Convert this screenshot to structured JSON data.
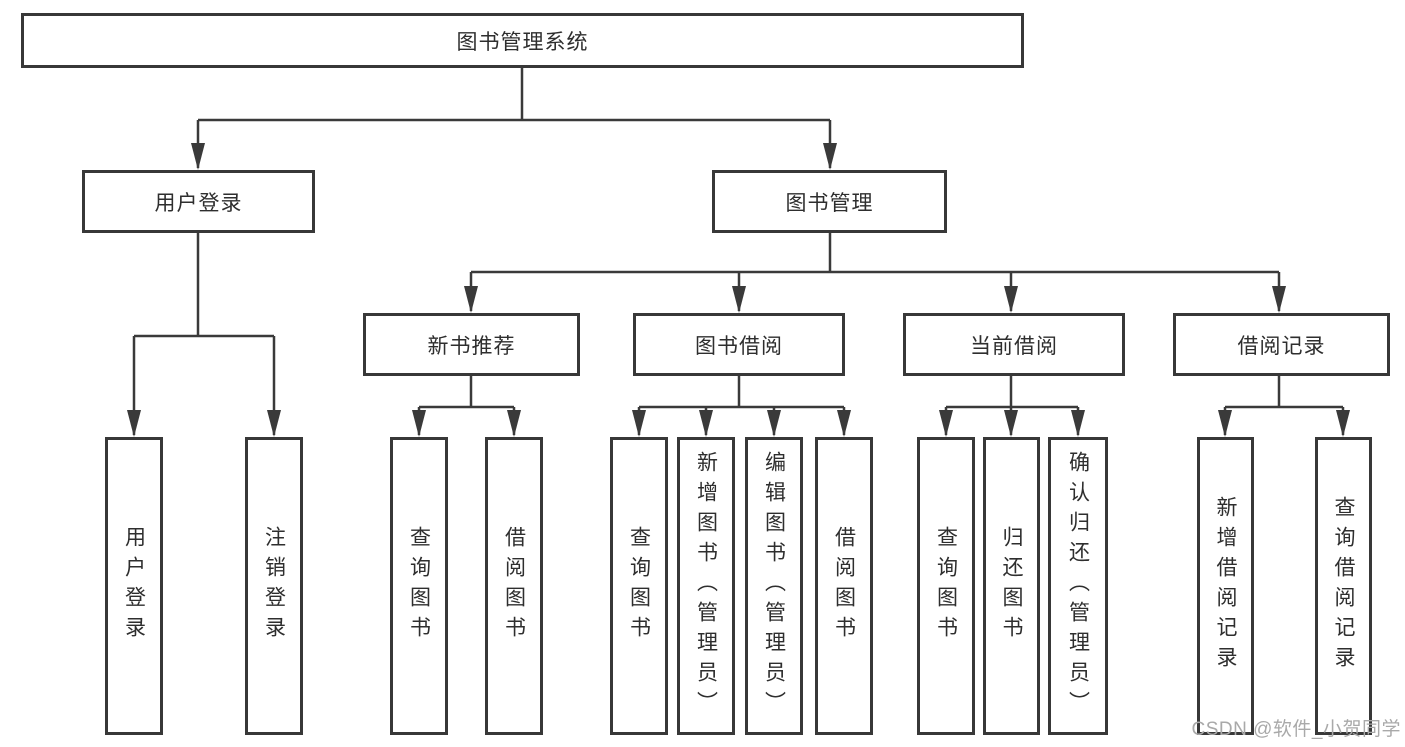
{
  "diagram": {
    "type": "hierarchy-tree",
    "tree": {
      "root": {
        "label": "图书管理系统",
        "children": [
          {
            "label": "用户登录",
            "children": [
              {
                "label": "用户登录"
              },
              {
                "label": "注销登录"
              }
            ]
          },
          {
            "label": "图书管理",
            "children": [
              {
                "label": "新书推荐",
                "children": [
                  {
                    "label": "查询图书"
                  },
                  {
                    "label": "借阅图书"
                  }
                ]
              },
              {
                "label": "图书借阅",
                "children": [
                  {
                    "label": "查询图书"
                  },
                  {
                    "label": "新增图书（管理员）"
                  },
                  {
                    "label": "编辑图书（管理员）"
                  },
                  {
                    "label": "借阅图书"
                  }
                ]
              },
              {
                "label": "当前借阅",
                "children": [
                  {
                    "label": "查询图书"
                  },
                  {
                    "label": "归还图书"
                  },
                  {
                    "label": "确认归还（管理员）"
                  }
                ]
              },
              {
                "label": "借阅记录",
                "children": [
                  {
                    "label": "新增借阅记录"
                  },
                  {
                    "label": "查询借阅记录"
                  }
                ]
              }
            ]
          }
        ]
      }
    },
    "colors": {
      "box_border": "#383838",
      "connector_line": "#3a3a3a",
      "text": "#2e2e2e",
      "background": "#ffffff",
      "watermark": "#a9a9a9"
    }
  },
  "watermark": {
    "text": "CSDN @软件_小贺同学"
  }
}
